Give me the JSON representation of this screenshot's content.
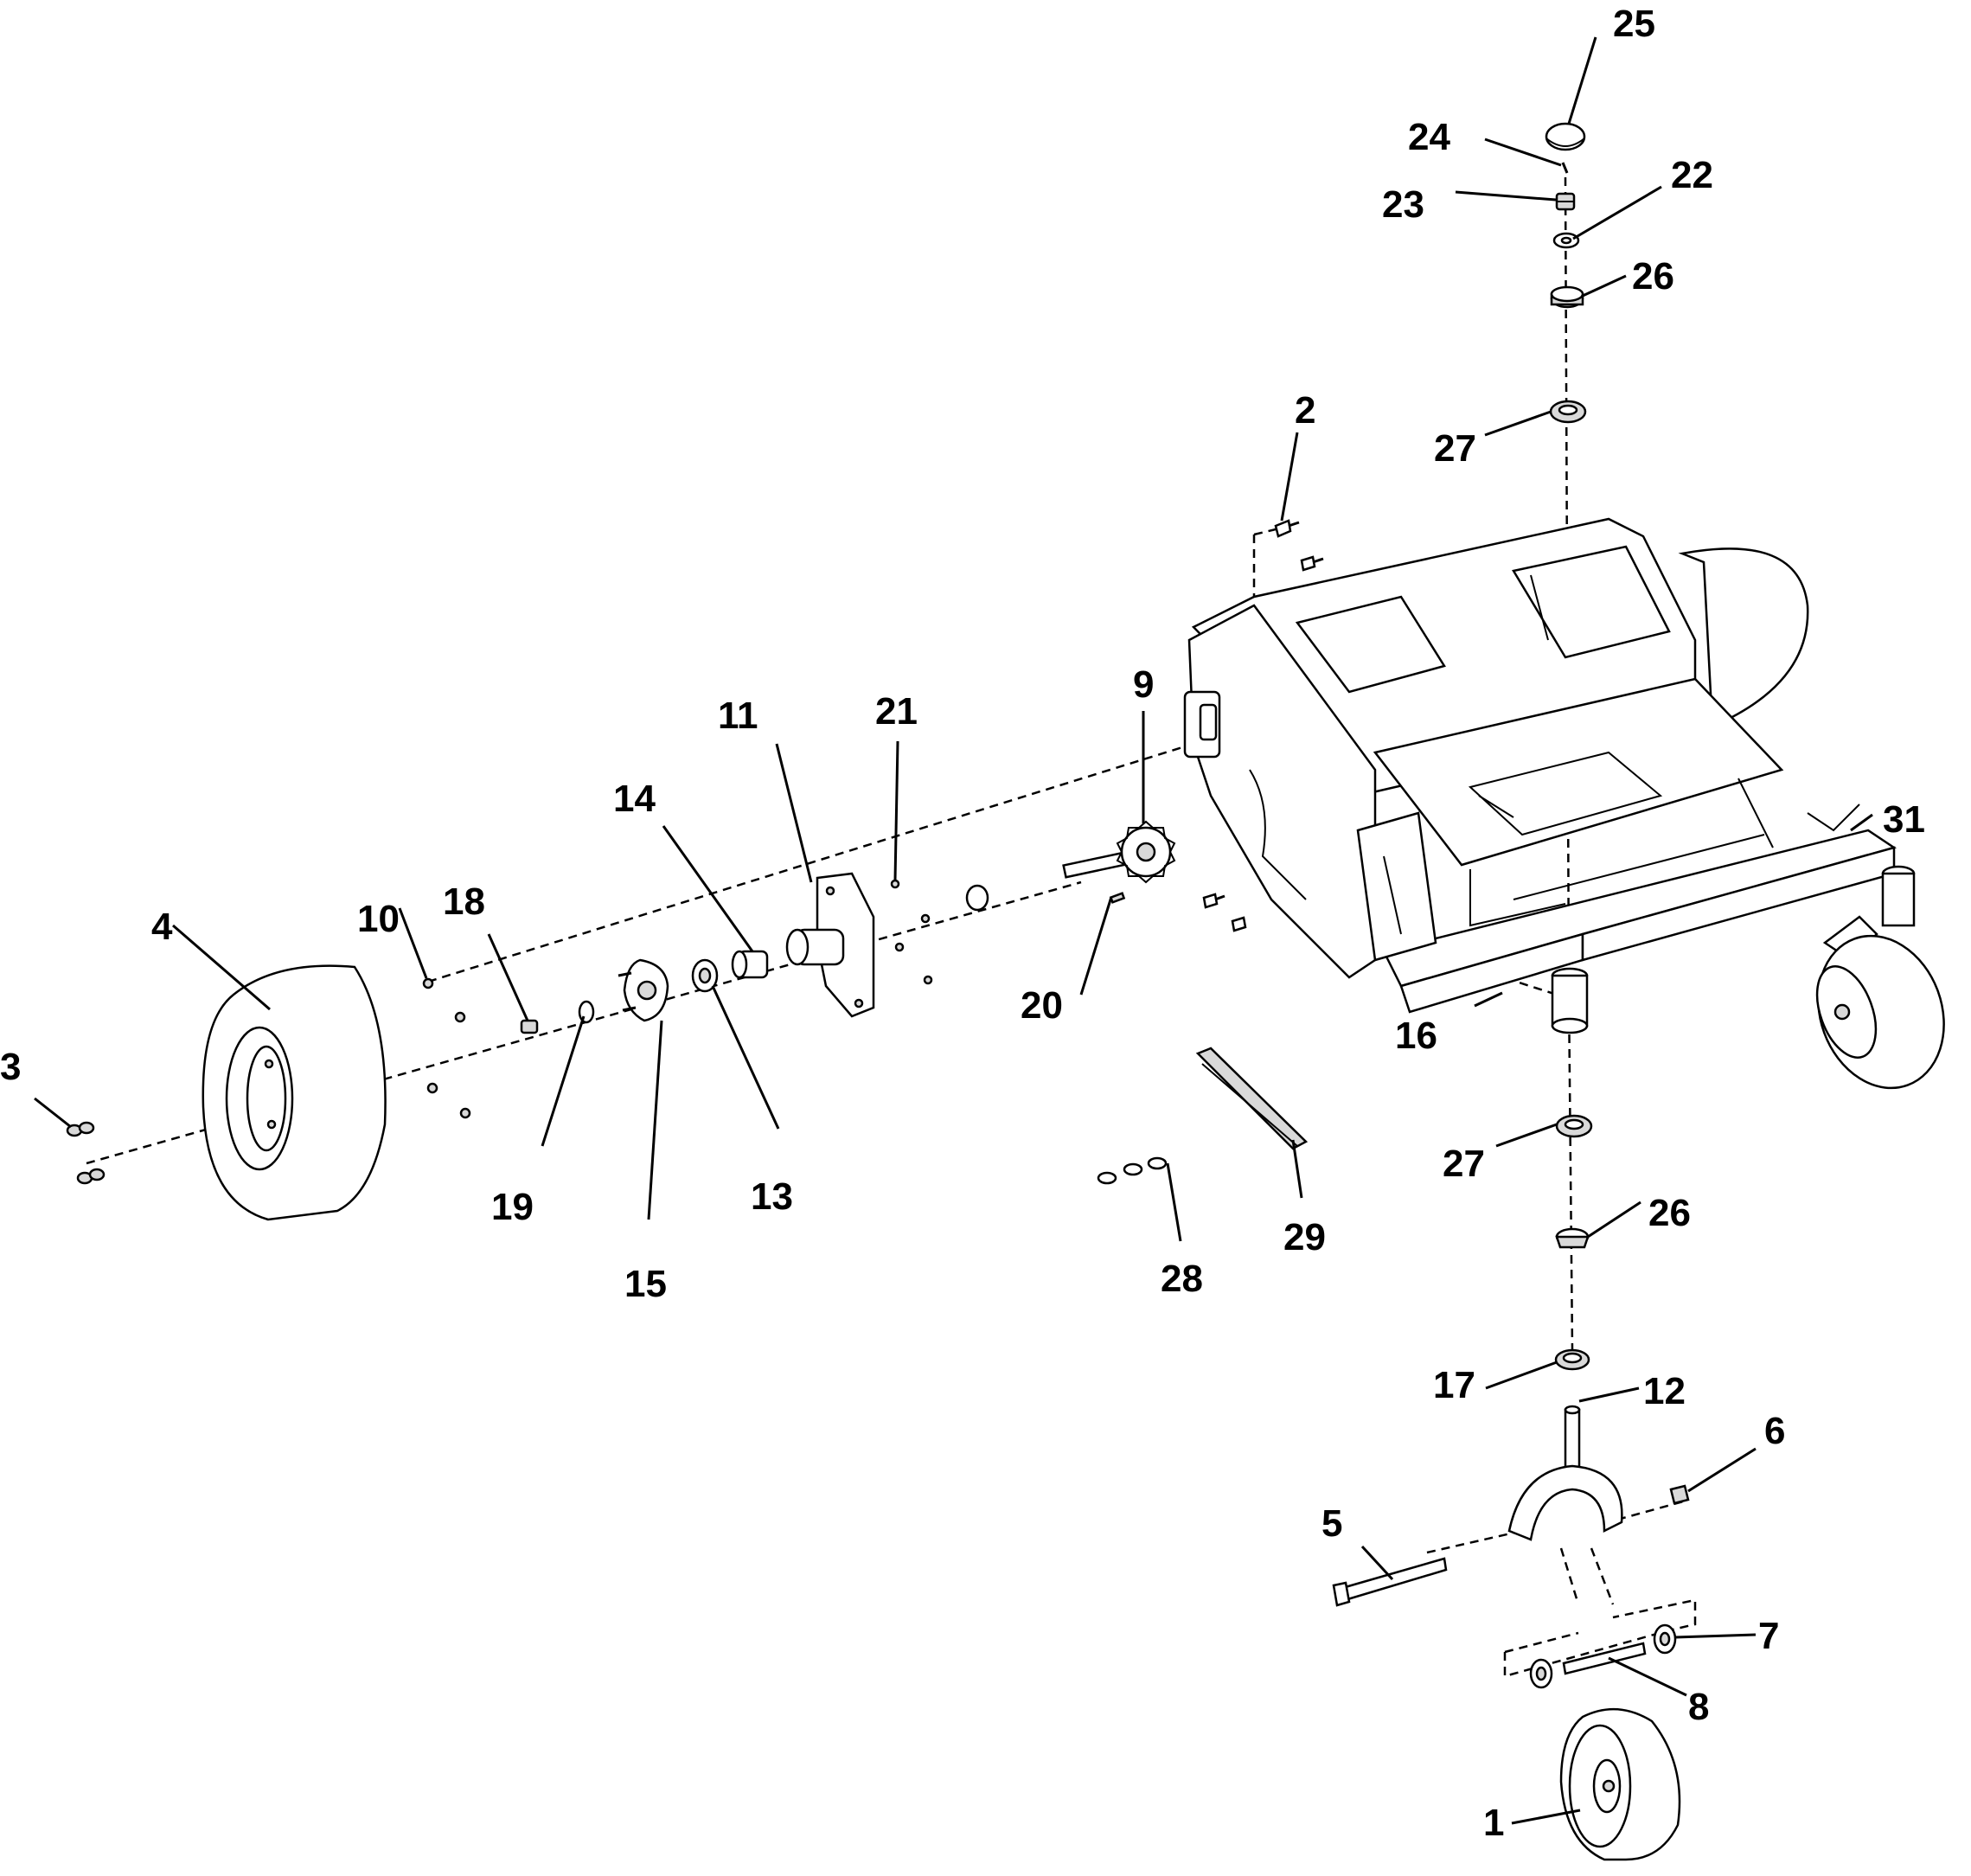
{
  "callouts": [
    {
      "label": "1"
    },
    {
      "label": "2"
    },
    {
      "label": "3"
    },
    {
      "label": "4"
    },
    {
      "label": "5"
    },
    {
      "label": "6"
    },
    {
      "label": "7"
    },
    {
      "label": "8"
    },
    {
      "label": "9"
    },
    {
      "label": "10"
    },
    {
      "label": "11"
    },
    {
      "label": "12"
    },
    {
      "label": "13"
    },
    {
      "label": "14"
    },
    {
      "label": "15"
    },
    {
      "label": "16"
    },
    {
      "label": "17"
    },
    {
      "label": "18"
    },
    {
      "label": "19"
    },
    {
      "label": "20"
    },
    {
      "label": "21"
    },
    {
      "label": "22"
    },
    {
      "label": "23"
    },
    {
      "label": "24"
    },
    {
      "label": "25"
    },
    {
      "label": "26"
    },
    {
      "label": "26"
    },
    {
      "label": "27"
    },
    {
      "label": "27"
    },
    {
      "label": "28"
    },
    {
      "label": "29"
    },
    {
      "label": "31"
    }
  ]
}
